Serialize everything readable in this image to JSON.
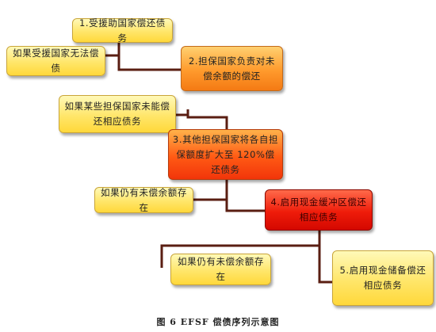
{
  "boxes": {
    "b1": "1.受援助国家偿还债务",
    "b2": "如果受援国家无法偿债",
    "b3": "2.担保国家负责对未偿余额的偿还",
    "b4": "如果某些担保国家未能偿还相应债务",
    "b5": "3.其他担保国家将各自担保额度扩大至 120%偿还债务",
    "b6": "如果仍有未偿余额存在",
    "b7": "4.启用现金缓冲区偿还相应债务",
    "b8": "如果仍有未偿余额存在",
    "b9": "5.启用现金储备偿还相应债务"
  },
  "caption": "图 6    EFSF 偿债序列示意图",
  "colors": {
    "connector": "#5a1e12",
    "yellow": "#ffe66a",
    "orange": "#ff9a2c",
    "red_orange": "#ff5a14",
    "red": "#e01405"
  }
}
